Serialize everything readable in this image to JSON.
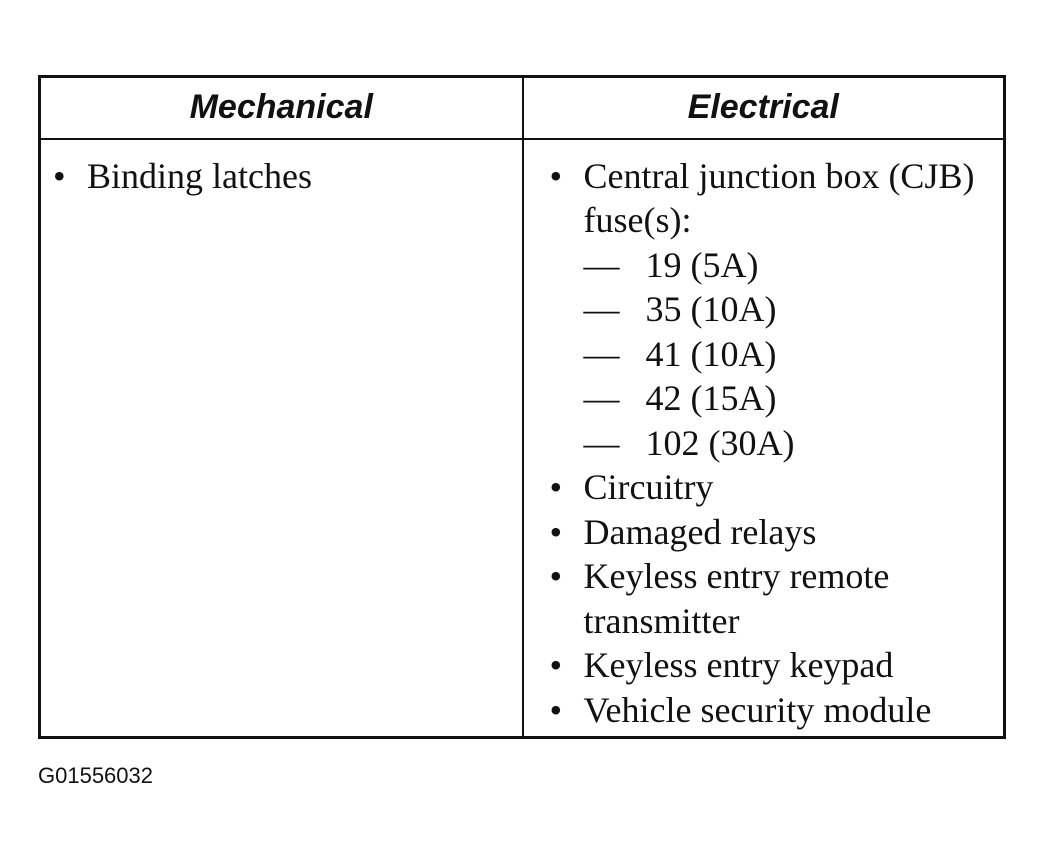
{
  "table": {
    "headers": {
      "mechanical": "Mechanical",
      "electrical": "Electrical"
    },
    "bullet": "•",
    "dash": "—",
    "mechanical_items": [
      "Binding latches"
    ],
    "electrical_items": [
      {
        "text": "Central junction box (CJB) fuse(s):",
        "subitems": [
          "19 (5A)",
          "35 (10A)",
          "41 (10A)",
          "42 (15A)",
          "102 (30A)"
        ]
      },
      {
        "text": "Circuitry"
      },
      {
        "text": "Damaged relays"
      },
      {
        "text": "Keyless entry remote transmitter"
      },
      {
        "text": "Keyless entry keypad"
      },
      {
        "text": "Vehicle security module"
      }
    ]
  },
  "figure_id": "G01556032"
}
